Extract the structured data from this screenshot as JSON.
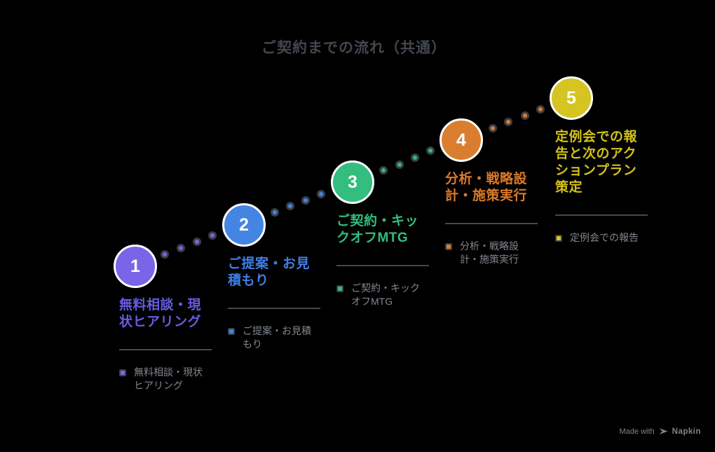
{
  "title": "ご契約までの流れ（共通）",
  "steps": [
    {
      "number": "1",
      "label": "無料相談・現\n状ヒアリング",
      "bullet": "無料相談・現状\nヒアリング",
      "circle_color": "#7A64E8",
      "label_color": "#675CE0"
    },
    {
      "number": "2",
      "label": "ご提案・お見\n積もり",
      "bullet": "ご提案・お見積\nもり",
      "circle_color": "#4485E4",
      "label_color": "#3F7EE4"
    },
    {
      "number": "3",
      "label": "ご契約・キッ\nクオフMTG",
      "bullet": "ご契約・キック\nオフMTG",
      "circle_color": "#33BD7F",
      "label_color": "#2FBF7E"
    },
    {
      "number": "4",
      "label": "分析・戦略設\n計・施策実行",
      "bullet": "分析・戦略設\n計・施策実行",
      "circle_color": "#D97E2F",
      "label_color": "#DD7A29"
    },
    {
      "number": "5",
      "label": "定例会での報\n告と次のアク\nションプラン\n策定",
      "bullet": "定例会での報告",
      "circle_color": "#D5C421",
      "label_color": "#D2C11B"
    }
  ],
  "watermark": {
    "made_with": "Made with",
    "brand": "Napkin"
  },
  "colors": {
    "background": "#000000",
    "title_text": "#42474F",
    "divider": "#45494F",
    "bullet_text": "#82878E",
    "dot_ring": "#3B3F46",
    "circle_ring": "#FFFFFF"
  }
}
